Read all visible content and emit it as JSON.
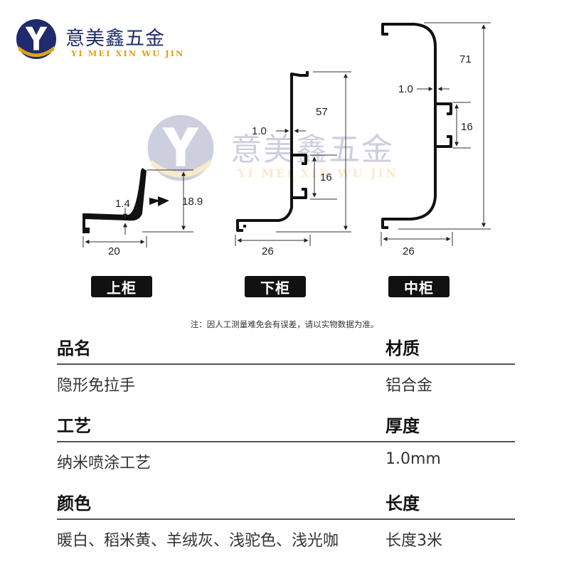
{
  "brand": {
    "name_cn": "意美鑫五金",
    "name_en": "YI MEI XIN WU JIN"
  },
  "profiles": [
    {
      "label": "上柜",
      "dims": {
        "thickness": "1.4",
        "height": "18.9",
        "width": "20"
      }
    },
    {
      "label": "下柜",
      "dims": {
        "thickness": "1.0",
        "height": "57",
        "groove": "16",
        "width": "26"
      }
    },
    {
      "label": "中柜",
      "dims": {
        "thickness": "1.0",
        "height": "71",
        "groove": "16",
        "width": "26"
      }
    }
  ],
  "note": "注：因人工测量难免会有误差，请以实物数据为准。",
  "specs": [
    {
      "label_a": "品名",
      "value_a": "隐形免拉手",
      "label_b": "材质",
      "value_b": "铝合金"
    },
    {
      "label_a": "工艺",
      "value_a": "纳米喷涂工艺",
      "label_b": "厚度",
      "value_b": "1.0mm"
    },
    {
      "label_a": "颜色",
      "value_a": "暖白、稻米黄、羊绒灰、浅驼色、浅光咖",
      "label_b": "长度",
      "value_b": "长度3米"
    }
  ],
  "colors": {
    "brand_blue": "#1f2b6c",
    "brand_gold": "#e0a21a",
    "profile": "#111111"
  }
}
